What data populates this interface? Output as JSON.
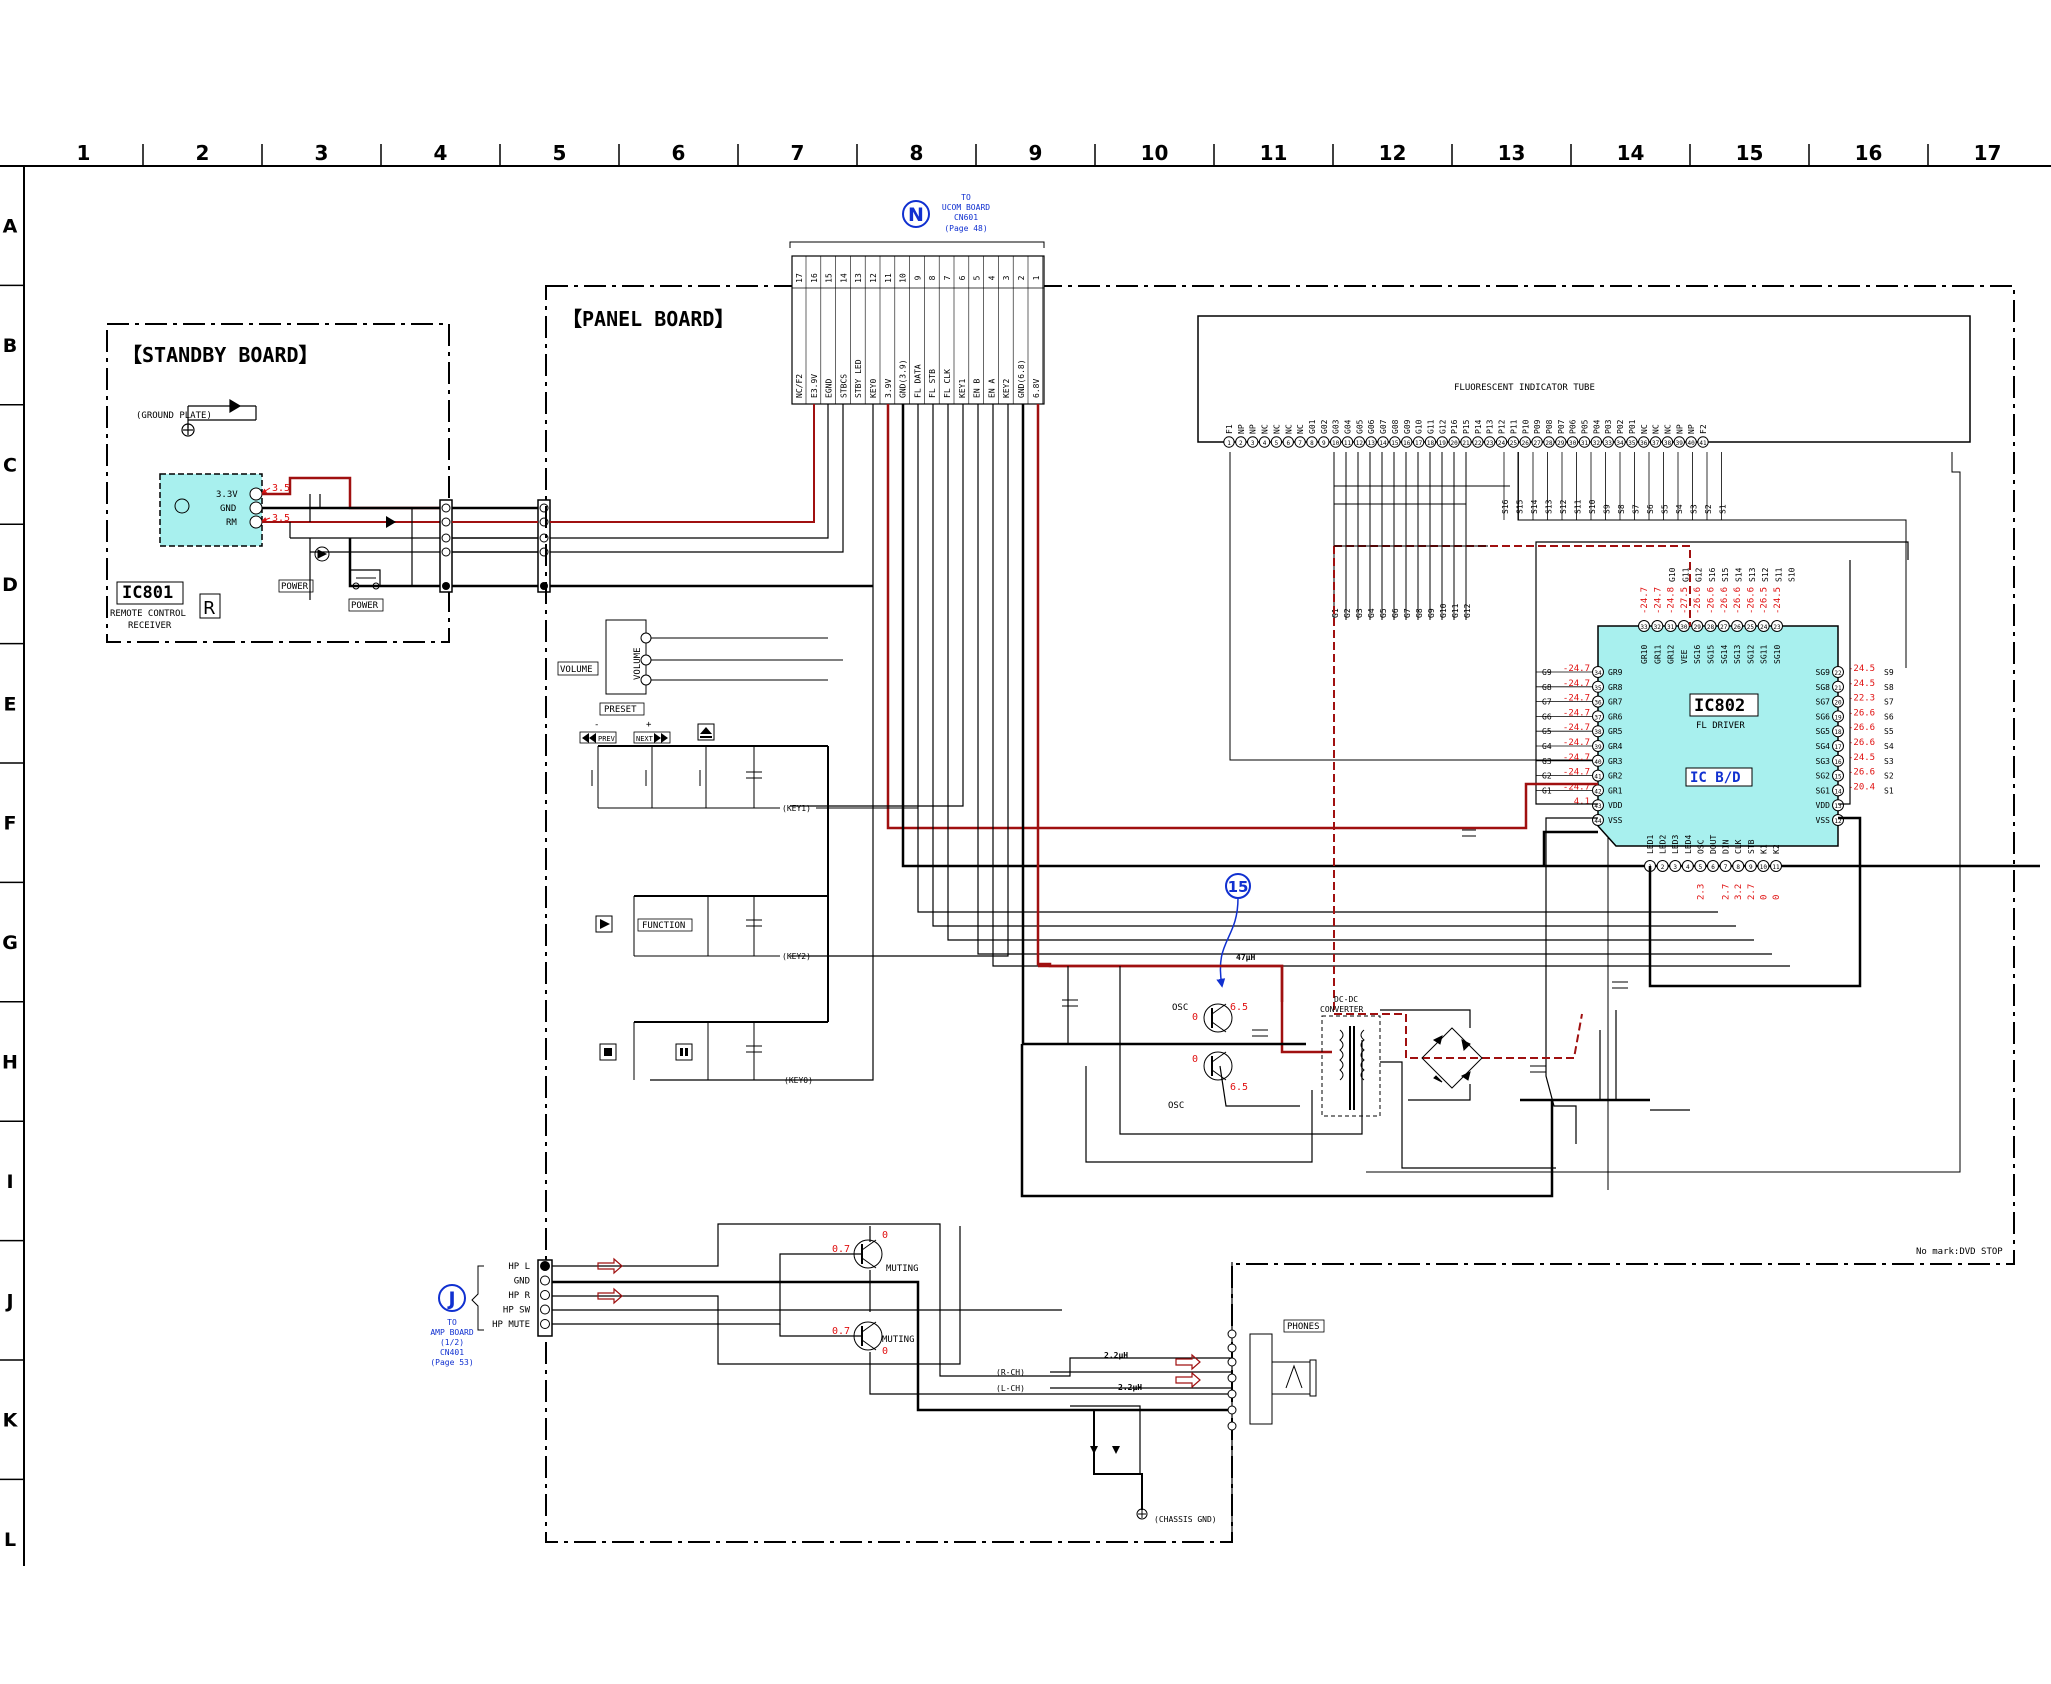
{
  "grid": {
    "columns": [
      "1",
      "2",
      "3",
      "4",
      "5",
      "6",
      "7",
      "8",
      "9",
      "10",
      "11",
      "12",
      "13",
      "14",
      "15",
      "16",
      "17"
    ],
    "rows": [
      "A",
      "B",
      "C",
      "D",
      "E",
      "F",
      "G",
      "H",
      "I",
      "J",
      "K",
      "L"
    ]
  },
  "boards": {
    "standby": "【STANDBY BOARD】",
    "panel": "【PANEL BOARD】"
  },
  "standby": {
    "ground_plate": "(GROUND PLATE)",
    "ic801_ref": "IC801",
    "ic801_desc_1": "REMOTE CONTROL",
    "ic801_desc_2": "RECEIVER",
    "pins": [
      "3.3V",
      "GND",
      "RM"
    ],
    "volt_1": "3.5",
    "volt_2": "3.5",
    "power_led": "POWER",
    "power_sw": "POWER"
  },
  "connector_n": {
    "letter": "N",
    "line1": "TO",
    "line2": "UCOM BOARD",
    "line3": "CN601",
    "line4": "(Page 48)",
    "pin_numbers": [
      "17",
      "16",
      "15",
      "14",
      "13",
      "12",
      "11",
      "10",
      "9",
      "8",
      "7",
      "6",
      "5",
      "4",
      "3",
      "2",
      "1"
    ],
    "signals": [
      "NC/F2",
      "E3.9V",
      "EGND",
      "STBCS",
      "STBY LED",
      "KEY0",
      "3.9V",
      "GND(3.9)",
      "FL DATA",
      "FL STB",
      "FL CLK",
      "KEY1",
      "EN B",
      "EN A",
      "KEY2",
      "GND(6.8)",
      "6.8V"
    ]
  },
  "fl_tube": {
    "label": "FLUORESCENT INDICATOR TUBE",
    "pins": [
      "F1",
      "NP",
      "NP",
      "NC",
      "NC",
      "NC",
      "NC",
      "G01",
      "G02",
      "G03",
      "G04",
      "G05",
      "G06",
      "G07",
      "G08",
      "G09",
      "G10",
      "G11",
      "G12",
      "P16",
      "P15",
      "P14",
      "P13",
      "P12",
      "P11",
      "P10",
      "P09",
      "P08",
      "P07",
      "P06",
      "P05",
      "P04",
      "P03",
      "P02",
      "P01",
      "NC",
      "NC",
      "NC",
      "NP",
      "NP",
      "F2"
    ]
  },
  "ic802": {
    "ref": "IC802",
    "name": "FL DRIVER",
    "tag": "IC B/D",
    "top_pins": [
      {
        "num": "33",
        "name": "GR10",
        "v": "-24.7"
      },
      {
        "num": "32",
        "name": "GR11",
        "v": "-24.7"
      },
      {
        "num": "31",
        "name": "GR12",
        "v": "-24.8"
      },
      {
        "num": "30",
        "name": "VEE",
        "v": "-27.5"
      },
      {
        "num": "29",
        "name": "SG16",
        "v": "-26.6"
      },
      {
        "num": "28",
        "name": "SG15",
        "v": "-26.6"
      },
      {
        "num": "27",
        "name": "SG14",
        "v": "-26.6"
      },
      {
        "num": "26",
        "name": "SG13",
        "v": "-26.6"
      },
      {
        "num": "25",
        "name": "SG12",
        "v": "-26.6"
      },
      {
        "num": "24",
        "name": "SG11",
        "v": "-26.5"
      },
      {
        "num": "23",
        "name": "SG10",
        "v": "-24.5"
      }
    ],
    "top_net_labels": [
      "G10",
      "G11",
      "G12",
      "S16",
      "S15",
      "S14",
      "S13",
      "S12",
      "S11",
      "S10"
    ],
    "left_pins": [
      {
        "net": "G9",
        "v": "-24.7",
        "num": "34",
        "name": "GR9"
      },
      {
        "net": "G8",
        "v": "-24.7",
        "num": "35",
        "name": "GR8"
      },
      {
        "net": "G7",
        "v": "-24.7",
        "num": "36",
        "name": "GR7"
      },
      {
        "net": "G6",
        "v": "-24.7",
        "num": "37",
        "name": "GR6"
      },
      {
        "net": "G5",
        "v": "-24.7",
        "num": "38",
        "name": "GR5"
      },
      {
        "net": "G4",
        "v": "-24.7",
        "num": "39",
        "name": "GR4"
      },
      {
        "net": "G3",
        "v": "-24.7",
        "num": "40",
        "name": "GR3"
      },
      {
        "net": "G2",
        "v": "-24.7",
        "num": "41",
        "name": "GR2"
      },
      {
        "net": "G1",
        "v": "-24.7",
        "num": "42",
        "name": "GR1"
      },
      {
        "net": "",
        "v": "4.1",
        "num": "43",
        "name": "VDD"
      },
      {
        "net": "",
        "v": "",
        "num": "44",
        "name": "VSS"
      }
    ],
    "right_pins": [
      {
        "num": "22",
        "name": "SG9",
        "v": "-24.5",
        "net": "S9"
      },
      {
        "num": "21",
        "name": "SG8",
        "v": "-24.5",
        "net": "S8"
      },
      {
        "num": "20",
        "name": "SG7",
        "v": "-22.3",
        "net": "S7"
      },
      {
        "num": "19",
        "name": "SG6",
        "v": "-26.6",
        "net": "S6"
      },
      {
        "num": "18",
        "name": "SG5",
        "v": "-26.6",
        "net": "S5"
      },
      {
        "num": "17",
        "name": "SG4",
        "v": "-26.6",
        "net": "S4"
      },
      {
        "num": "16",
        "name": "SG3",
        "v": "-24.5",
        "net": "S3"
      },
      {
        "num": "15",
        "name": "SG2",
        "v": "-26.6",
        "net": "S2"
      },
      {
        "num": "14",
        "name": "SG1",
        "v": "-20.4",
        "net": "S1"
      },
      {
        "num": "13",
        "name": "VDD",
        "v": "",
        "net": ""
      },
      {
        "num": "12",
        "name": "VSS",
        "v": "",
        "net": ""
      }
    ],
    "bottom_pins": [
      {
        "num": "1",
        "name": "LED1",
        "v": ""
      },
      {
        "num": "2",
        "name": "LED2",
        "v": ""
      },
      {
        "num": "3",
        "name": "LED3",
        "v": ""
      },
      {
        "num": "4",
        "name": "LED4",
        "v": ""
      },
      {
        "num": "5",
        "name": "OSC",
        "v": "2.3"
      },
      {
        "num": "6",
        "name": "DOUT",
        "v": ""
      },
      {
        "num": "7",
        "name": "DIN",
        "v": "2.7"
      },
      {
        "num": "8",
        "name": "CLK",
        "v": "3.2"
      },
      {
        "num": "9",
        "name": "STB",
        "v": "2.7"
      },
      {
        "num": "10",
        "name": "K1",
        "v": "0"
      },
      {
        "num": "11",
        "name": "K2",
        "v": "0"
      }
    ]
  },
  "tube_side_labels": [
    "S16",
    "S15",
    "S14",
    "S13",
    "S12",
    "S11",
    "S10",
    "S9",
    "S8",
    "S7",
    "S6",
    "S5",
    "S4",
    "S3",
    "S2",
    "S1"
  ],
  "grid_net_labels": [
    "G1",
    "G2",
    "G3",
    "G4",
    "G5",
    "G6",
    "G7",
    "G8",
    "G9",
    "G10",
    "G11",
    "G12"
  ],
  "controls": {
    "volume": "VOLUME",
    "volume_box": "VOLUME",
    "preset": "PRESET",
    "preset_minus": "-",
    "preset_plus": "+",
    "prev": "PREV",
    "next": "NEXT",
    "key1": "(KEY1)",
    "function": "FUNCTION",
    "key2": "(KEY2)",
    "key0": "(KEY0)"
  },
  "dcdc": {
    "marker": "15",
    "inductor": "47μH",
    "converter_1": "DC-DC",
    "converter_2": "CONVERTER",
    "osc1": "OSC",
    "osc2": "OSC",
    "v_b1": "0",
    "v_c1": "6.5",
    "v_b2": "0",
    "v_c2": "6.5"
  },
  "note": "No mark:DVD STOP",
  "amp": {
    "letter": "J",
    "line1": "TO",
    "line2": "AMP BOARD",
    "line3": "(1/2)",
    "line4": "CN401",
    "line5": "(Page 53)",
    "pins": [
      "HP L",
      "GND",
      "HP R",
      "HP SW",
      "HP MUTE"
    ],
    "muting1": "MUTING",
    "muting2": "MUTING",
    "q1_vb": "0.7",
    "q1_vc": "0",
    "q2_vb": "0.7",
    "q2_vc": "0",
    "rch": "(R-CH)",
    "lch": "(L-CH)",
    "l1": "2.2μH",
    "l2": "2.2μH",
    "phones": "PHONES",
    "chassis": "(CHASSIS GND)"
  },
  "colors": {
    "ic802_fill": "#a8f0ee",
    "ic801_fill": "#a8f0ee",
    "wire_red": "#a01010",
    "voltage_red": "#e01010",
    "link_blue": "#1030d0"
  }
}
